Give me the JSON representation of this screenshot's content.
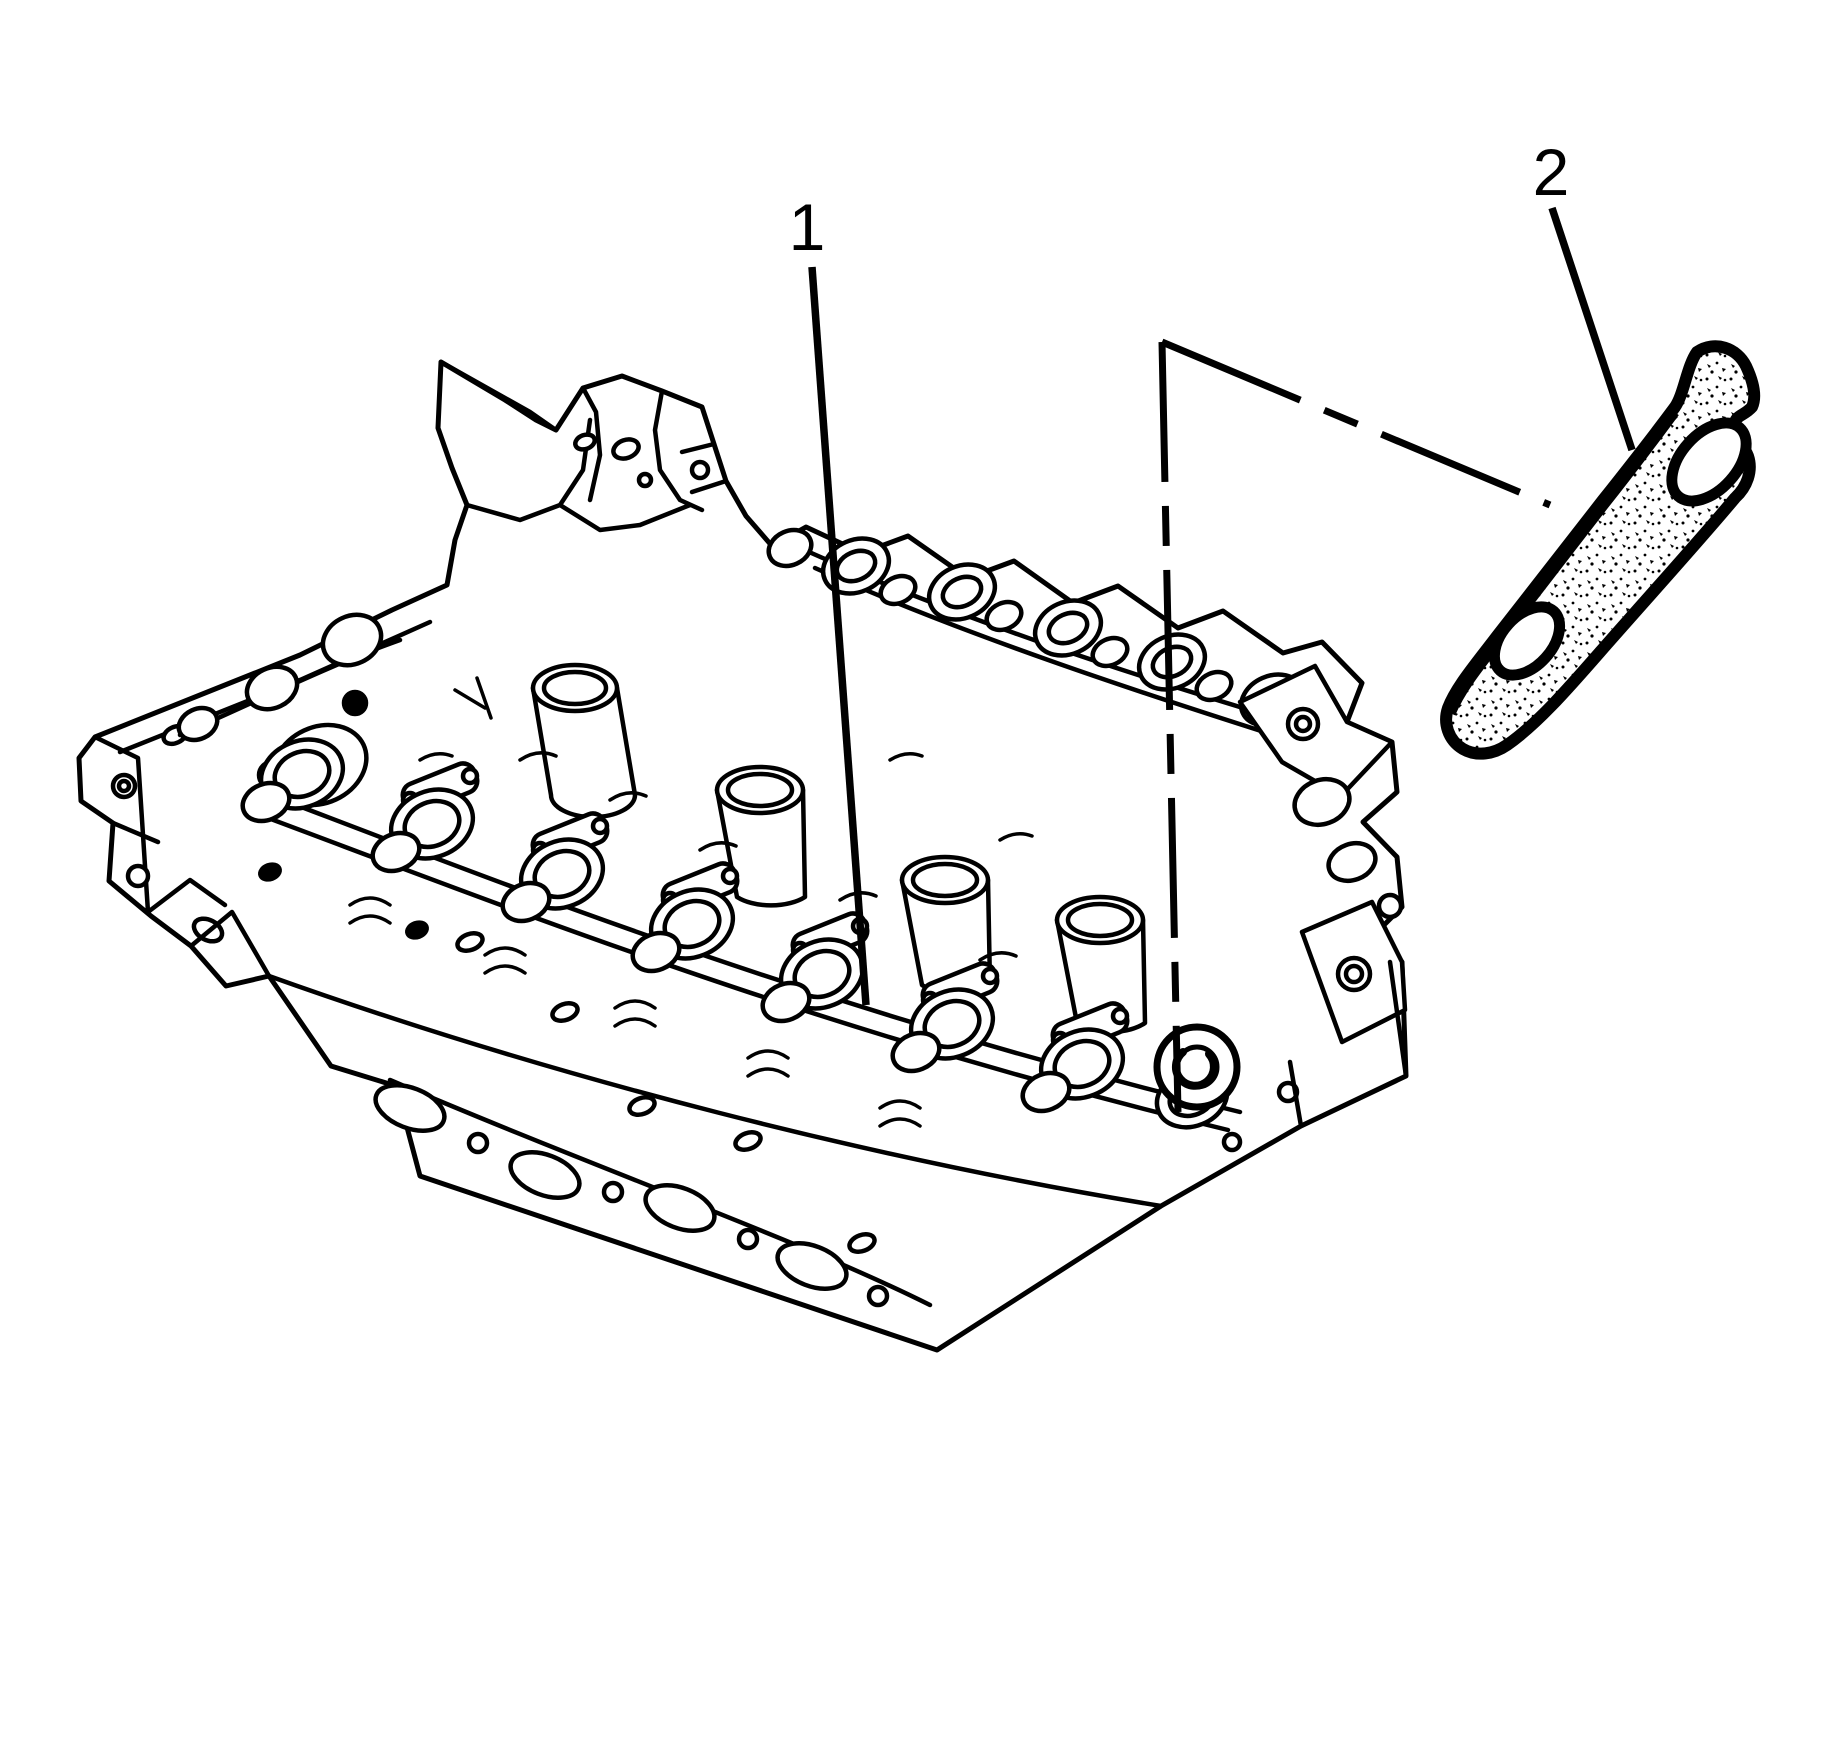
{
  "figure": {
    "kind": "engine-cylinder-head-parts-diagram",
    "background_color": "#ffffff",
    "line_color": "#000000",
    "callouts": [
      {
        "label": "1"
      },
      {
        "label": "2"
      }
    ]
  }
}
